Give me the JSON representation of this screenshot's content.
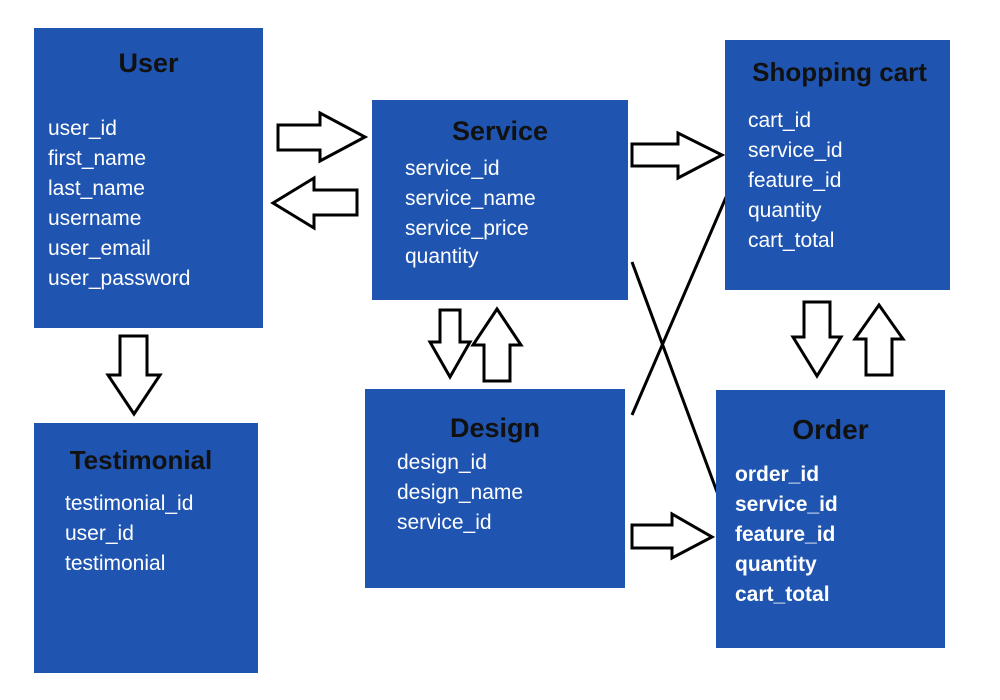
{
  "colors": {
    "box_fill": "#1f55b0",
    "title_text": "#111111",
    "field_text": "#ffffff",
    "arrow_stroke": "#000000",
    "arrow_fill": "#ffffff"
  },
  "entities": {
    "user": {
      "title": "User",
      "fields": [
        "user_id",
        "first_name",
        "last_name",
        "username",
        "user_email",
        "user_password"
      ]
    },
    "service": {
      "title": "Service",
      "fields": [
        "service_id",
        "service_name",
        "service_price",
        "quantity"
      ]
    },
    "shopping_cart": {
      "title": "Shopping cart",
      "fields": [
        "cart_id",
        "service_id",
        "feature_id",
        "quantity",
        "cart_total"
      ]
    },
    "testimonial": {
      "title": "Testimonial",
      "fields": [
        "testimonial_id",
        "user_id",
        "testimonial"
      ]
    },
    "design": {
      "title": "Design",
      "fields": [
        "design_id",
        "design_name",
        "service_id"
      ]
    },
    "order": {
      "title": "Order",
      "fields": [
        "order_id",
        "service_id",
        "feature_id",
        "quantity",
        "cart_total"
      ]
    }
  },
  "relations": [
    {
      "from": "User",
      "to": "Service",
      "icon": "arrow-right-icon"
    },
    {
      "from": "Service",
      "to": "User",
      "icon": "arrow-left-icon"
    },
    {
      "from": "User",
      "to": "Testimonial",
      "icon": "arrow-down-icon"
    },
    {
      "from": "Service",
      "to": "Shopping cart",
      "icon": "arrow-right-icon"
    },
    {
      "from": "Service",
      "to": "Design",
      "icon": "arrow-down-icon"
    },
    {
      "from": "Design",
      "to": "Service",
      "icon": "arrow-up-icon"
    },
    {
      "from": "Shopping cart",
      "to": "Order",
      "icon": "arrow-down-icon"
    },
    {
      "from": "Order",
      "to": "Shopping cart",
      "icon": "arrow-up-icon"
    },
    {
      "from": "Design",
      "to": "Order",
      "icon": "arrow-right-icon"
    },
    {
      "from": "Service",
      "to": "Order",
      "icon": "line"
    },
    {
      "from": "Design",
      "to": "Shopping cart",
      "icon": "line"
    }
  ]
}
